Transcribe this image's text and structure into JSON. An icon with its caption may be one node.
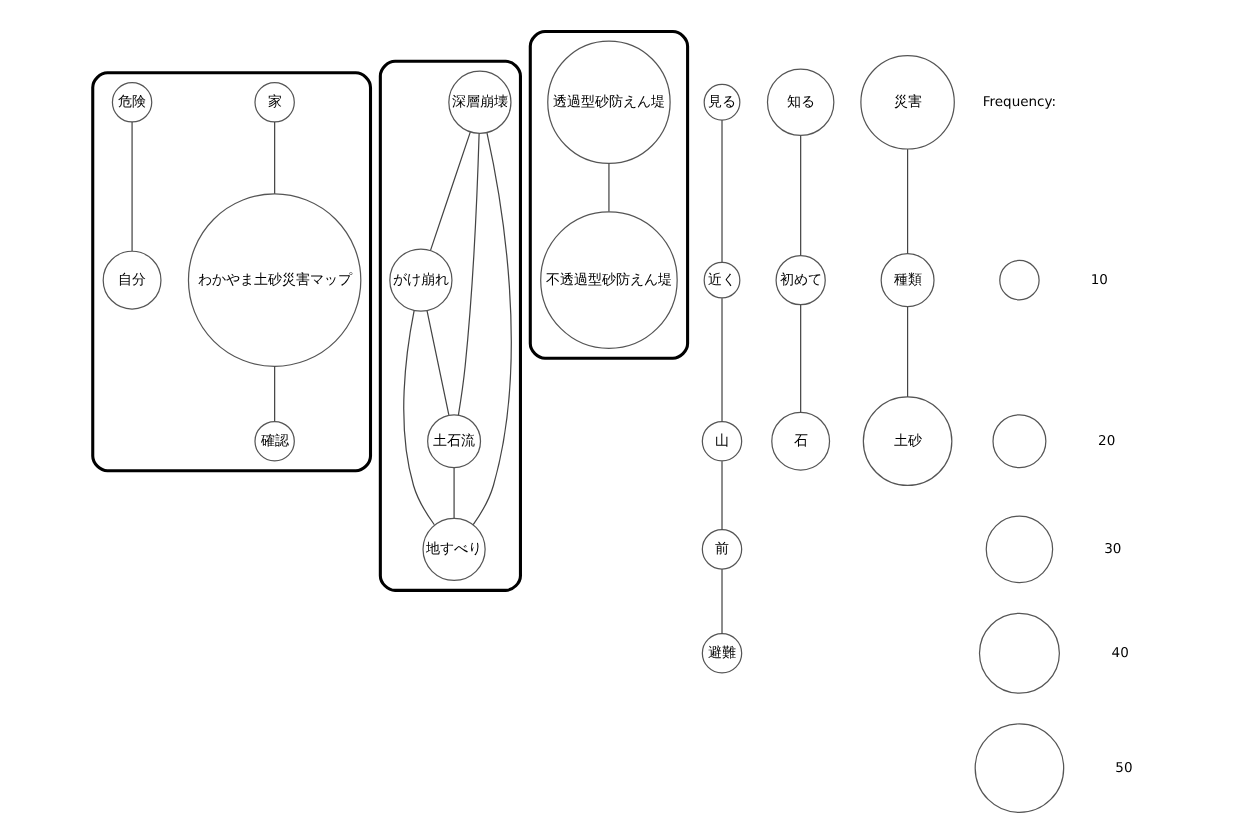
{
  "diagram": {
    "nodes": [
      {
        "text": [],
        "shape": "box"
      },
      {
        "text": [
          "家"
        ],
        "in": 0
      },
      {
        "text": [
          "危険"
        ],
        "in": 0
      },
      {
        "text": [
          "わかやま土砂災害マップ"
        ],
        "in": 0
      },
      {
        "text": [
          "自分"
        ],
        "in": 0
      },
      {
        "text": [
          "確認"
        ],
        "in": 0
      },
      {
        "text": [],
        "shape": "box"
      },
      {
        "text": [
          "深層崩壊"
        ],
        "in": 6
      },
      {
        "text": [
          "がけ崩れ"
        ],
        "in": 6
      },
      {
        "text": [
          "土石流"
        ],
        "in": 6
      },
      {
        "text": [
          "地すべり"
        ],
        "in": 6
      },
      {
        "text": [],
        "shape": "box"
      },
      {
        "text": [
          "透過型砂防えん堤"
        ],
        "in": 11
      },
      {
        "text": [
          "不透過型砂防えん堤"
        ],
        "in": 11
      },
      {
        "text": [
          "見る"
        ]
      },
      {
        "text": [
          "知る"
        ]
      },
      {
        "text": [
          "近く"
        ]
      },
      {
        "text": [
          "初めて"
        ]
      },
      {
        "text": [
          "山"
        ]
      },
      {
        "text": [
          "石"
        ]
      },
      {
        "text": [
          "災害"
        ]
      },
      {
        "text": [
          "種類"
        ]
      },
      {
        "text": [
          "前"
        ]
      },
      {
        "text": [
          "土砂"
        ]
      },
      {
        "text": [
          "避難"
        ]
      },
      {
        "text": [],
        "shape": "circle",
        "beside": [
          "10"
        ]
      },
      {
        "text": [],
        "shape": "circle",
        "beside": [
          "20"
        ]
      },
      {
        "text": [],
        "shape": "circle",
        "beside": [
          "30"
        ]
      },
      {
        "text": [],
        "shape": "circle",
        "beside": [
          "40"
        ]
      },
      {
        "text": [],
        "shape": "circle",
        "beside": [
          "50"
        ]
      }
    ],
    "edges": [
      {
        "from": 1,
        "to": 3,
        "arrow": "none"
      },
      {
        "from": 3,
        "to": 5,
        "arrow": "none"
      },
      {
        "from": 2,
        "to": 4,
        "arrow": "none"
      },
      {
        "from": 7,
        "to": 8,
        "arrow": "none"
      },
      {
        "from": 7,
        "to": 9,
        "arrow": "none"
      },
      {
        "from": 7,
        "to": 10,
        "arrow": "none"
      },
      {
        "from": 8,
        "to": 9,
        "arrow": "none"
      },
      {
        "from": 8,
        "to": 10,
        "arrow": "none"
      },
      {
        "from": 9,
        "to": 10,
        "arrow": "none"
      },
      {
        "from": 12,
        "to": 13,
        "arrow": "none"
      },
      {
        "from": 14,
        "to": 16,
        "arrow": "none"
      },
      {
        "from": 16,
        "to": 18,
        "arrow": "none"
      },
      {
        "from": 18,
        "to": 22,
        "arrow": "none"
      },
      {
        "from": 22,
        "to": 24,
        "arrow": "none"
      },
      {
        "from": 15,
        "to": 17,
        "arrow": "none"
      },
      {
        "from": 17,
        "to": 19,
        "arrow": "none"
      },
      {
        "from": 20,
        "to": 21,
        "arrow": "none"
      },
      {
        "from": 21,
        "to": 23,
        "arrow": "none"
      }
    ],
    "labels": [
      "Frequency:"
    ]
  }
}
